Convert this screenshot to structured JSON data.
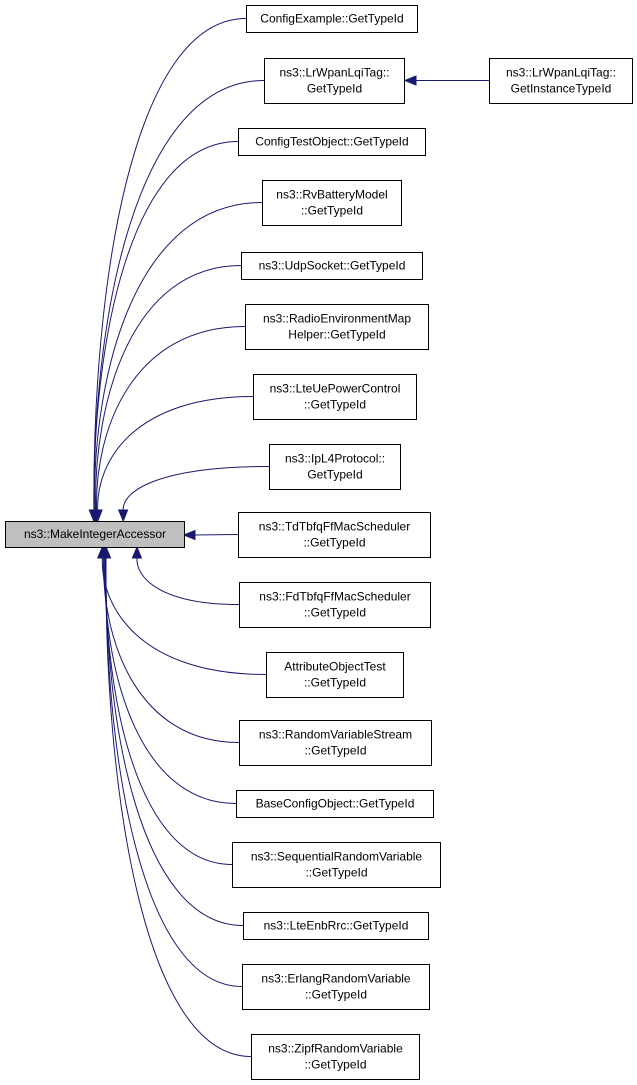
{
  "graph": {
    "root": {
      "id": "root",
      "lines": [
        "ns3::MakeIntegerAccessor"
      ]
    },
    "callers": [
      {
        "id": "n1",
        "lines": [
          "ConfigExample::GetTypeId"
        ]
      },
      {
        "id": "n2",
        "lines": [
          "ns3::LrWpanLqiTag::",
          "GetTypeId"
        ]
      },
      {
        "id": "n3",
        "lines": [
          "ConfigTestObject::GetTypeId"
        ]
      },
      {
        "id": "n4",
        "lines": [
          "ns3::RvBatteryModel",
          "::GetTypeId"
        ]
      },
      {
        "id": "n5",
        "lines": [
          "ns3::UdpSocket::GetTypeId"
        ]
      },
      {
        "id": "n6",
        "lines": [
          "ns3::RadioEnvironmentMap",
          "Helper::GetTypeId"
        ]
      },
      {
        "id": "n7",
        "lines": [
          "ns3::LteUePowerControl",
          "::GetTypeId"
        ]
      },
      {
        "id": "n8",
        "lines": [
          "ns3::IpL4Protocol::",
          "GetTypeId"
        ]
      },
      {
        "id": "n9",
        "lines": [
          "ns3::TdTbfqFfMacScheduler",
          "::GetTypeId"
        ]
      },
      {
        "id": "n10",
        "lines": [
          "ns3::FdTbfqFfMacScheduler",
          "::GetTypeId"
        ]
      },
      {
        "id": "n11",
        "lines": [
          "AttributeObjectTest",
          "::GetTypeId"
        ]
      },
      {
        "id": "n12",
        "lines": [
          "ns3::RandomVariableStream",
          "::GetTypeId"
        ]
      },
      {
        "id": "n13",
        "lines": [
          "BaseConfigObject::GetTypeId"
        ]
      },
      {
        "id": "n14",
        "lines": [
          "ns3::SequentialRandomVariable",
          "::GetTypeId"
        ]
      },
      {
        "id": "n15",
        "lines": [
          "ns3::LteEnbRrc::GetTypeId"
        ]
      },
      {
        "id": "n16",
        "lines": [
          "ns3::ErlangRandomVariable",
          "::GetTypeId"
        ]
      },
      {
        "id": "n17",
        "lines": [
          "ns3::ZipfRandomVariable",
          "::GetTypeId"
        ]
      }
    ],
    "second_level": [
      {
        "id": "n18",
        "lines": [
          "ns3::LrWpanLqiTag::",
          "GetInstanceTypeId"
        ]
      }
    ],
    "edges": [
      {
        "from": "n1",
        "to": "root"
      },
      {
        "from": "n2",
        "to": "root"
      },
      {
        "from": "n3",
        "to": "root"
      },
      {
        "from": "n4",
        "to": "root"
      },
      {
        "from": "n5",
        "to": "root"
      },
      {
        "from": "n6",
        "to": "root"
      },
      {
        "from": "n7",
        "to": "root"
      },
      {
        "from": "n8",
        "to": "root"
      },
      {
        "from": "n9",
        "to": "root"
      },
      {
        "from": "n10",
        "to": "root"
      },
      {
        "from": "n11",
        "to": "root"
      },
      {
        "from": "n12",
        "to": "root"
      },
      {
        "from": "n13",
        "to": "root"
      },
      {
        "from": "n14",
        "to": "root"
      },
      {
        "from": "n15",
        "to": "root"
      },
      {
        "from": "n16",
        "to": "root"
      },
      {
        "from": "n17",
        "to": "root"
      },
      {
        "from": "n18",
        "to": "n2"
      }
    ]
  },
  "colors": {
    "edge": "#191970",
    "root_fill": "#bfbfbf",
    "node_fill": "#ffffff",
    "node_border": "#000000"
  }
}
